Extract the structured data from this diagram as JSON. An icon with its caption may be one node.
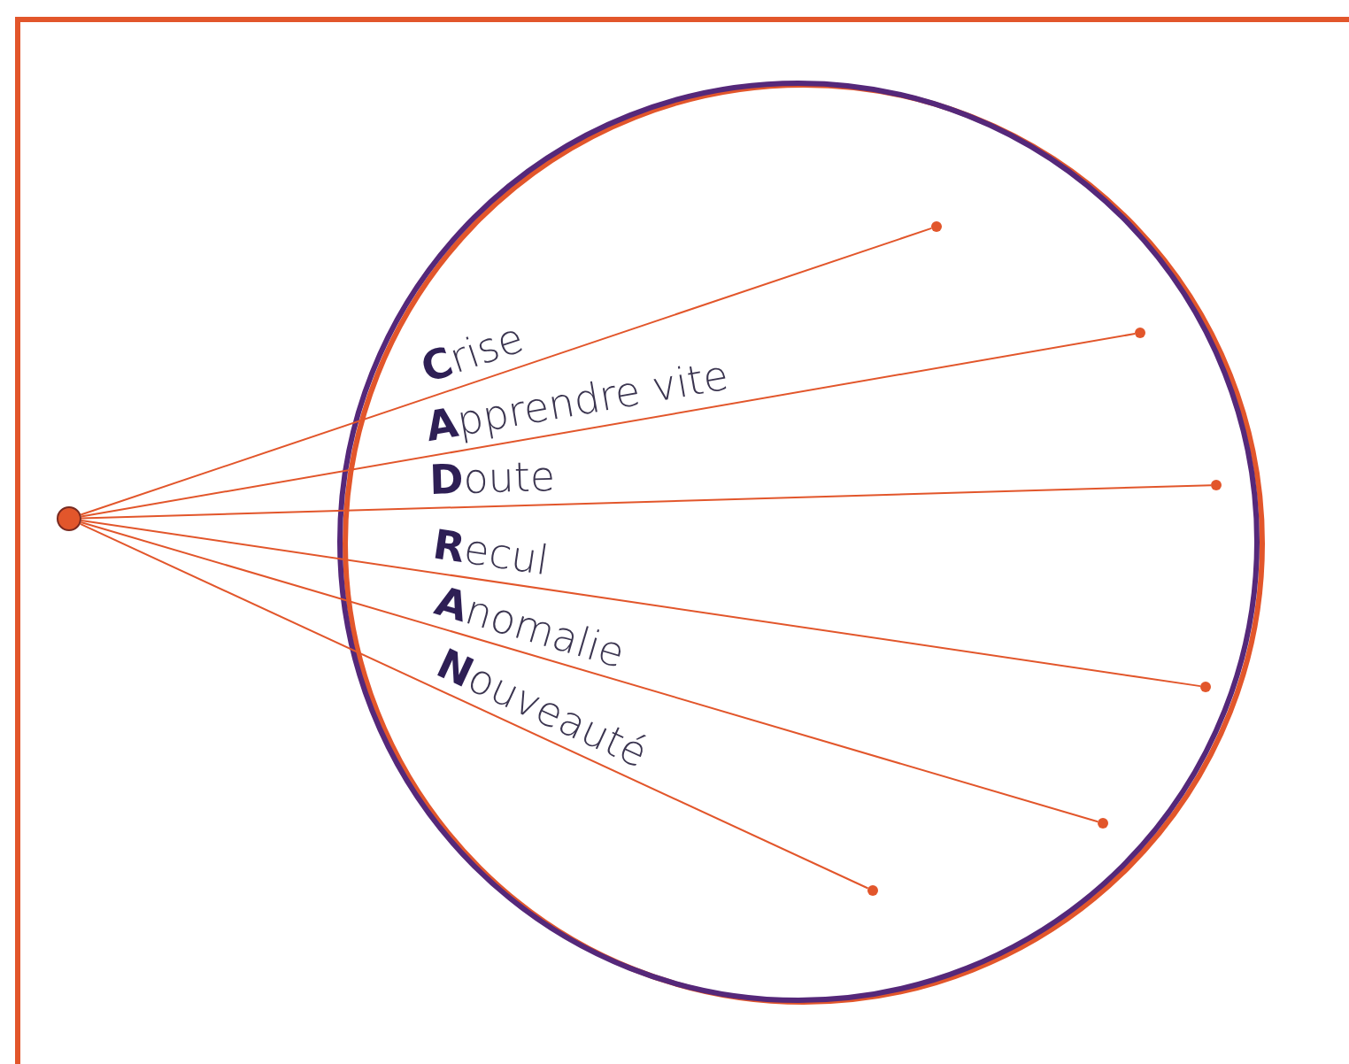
{
  "diagram": {
    "nodes": [
      {
        "text": [],
        "shape": "circle"
      },
      {
        "text": [],
        "shape": "circle"
      },
      {
        "text": [],
        "shape": "circle"
      },
      {
        "text": [],
        "shape": "circle"
      },
      {
        "text": [],
        "shape": "circle"
      },
      {
        "text": [],
        "shape": "circle"
      },
      {
        "text": [],
        "shape": "circle"
      }
    ],
    "edges": [
      {
        "from": 0,
        "to": 1,
        "arrow": "none",
        "label": "**C**rise"
      },
      {
        "from": 0,
        "to": 2,
        "arrow": "none",
        "label": "**A**pprendre vite"
      },
      {
        "from": 0,
        "to": 3,
        "arrow": "none",
        "label": "**D**oute"
      },
      {
        "from": 0,
        "to": 4,
        "arrow": "none",
        "label": "**R**ecul"
      },
      {
        "from": 0,
        "to": 5,
        "arrow": "none",
        "label": "**A**nomalie"
      },
      {
        "from": 0,
        "to": 6,
        "arrow": "none",
        "label": "**N**ouveauté"
      }
    ]
  }
}
